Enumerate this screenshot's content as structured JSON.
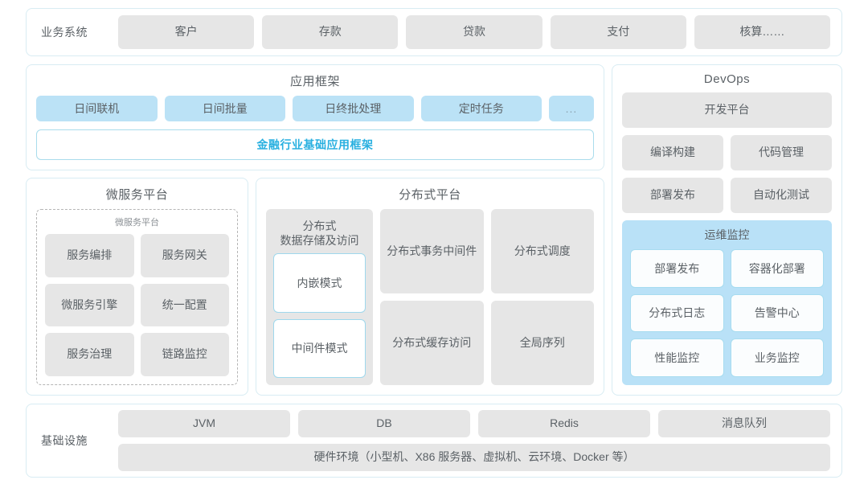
{
  "business_systems": {
    "label": "业务系统",
    "items": [
      "客户",
      "存款",
      "贷款",
      "支付",
      "核算……"
    ]
  },
  "app_framework": {
    "title": "应用框架",
    "items": [
      "日间联机",
      "日间批量",
      "日终批处理",
      "定时任务",
      "..."
    ],
    "highlight_bar": "金融行业基础应用框架"
  },
  "microservice_platform": {
    "title": "微服务平台",
    "inner_title": "微服务平台",
    "items": [
      "服务编排",
      "服务网关",
      "微服务引擎",
      "统一配置",
      "服务治理",
      "链路监控"
    ]
  },
  "distributed_platform": {
    "title": "分布式平台",
    "storage": {
      "title": "分布式\n数据存储及访问",
      "title_line1": "分布式",
      "title_line2": "数据存储及访问",
      "modes": [
        "内嵌模式",
        "中间件模式"
      ]
    },
    "cells": [
      {
        "line1": "分布式",
        "line2": "事务中间件"
      },
      {
        "line1": "分布式调度",
        "line2": ""
      },
      {
        "line1": "分布式",
        "line2": "缓存访问"
      },
      {
        "line1": "全局序列",
        "line2": ""
      }
    ]
  },
  "devops": {
    "title": "DevOps",
    "platform": "开发平台",
    "row1": [
      "编译构建",
      "代码管理"
    ],
    "row2": [
      "部署发布",
      "自动化测试"
    ],
    "monitor": {
      "title": "运维监控",
      "items": [
        "部署发布",
        "容器化部署",
        "分布式日志",
        "告警中心",
        "性能监控",
        "业务监控"
      ]
    }
  },
  "infrastructure": {
    "label": "基础设施",
    "items": [
      "JVM",
      "DB",
      "Redis",
      "消息队列"
    ],
    "hardware": "硬件环境（小型机、X86 服务器、虚拟机、云环境、Docker 等）"
  },
  "colors": {
    "accent_blue": "#29b0e0",
    "light_blue": "#bbe2f6",
    "monitor_blue": "#b9e1f7",
    "gray_box": "#e6e6e6",
    "card_border": "#d8ecf3",
    "text": "#5b6166"
  }
}
